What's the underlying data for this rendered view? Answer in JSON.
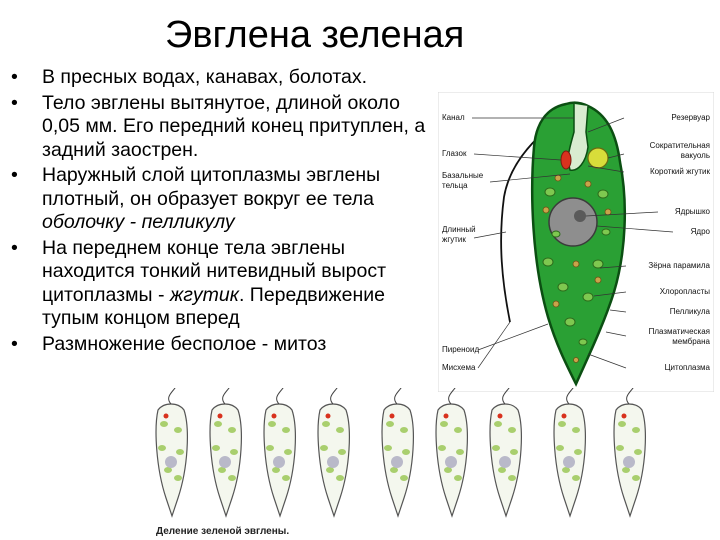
{
  "title": "Эвглена зеленая",
  "bullets": [
    {
      "parts": [
        {
          "text": "В пресных водах, канавах, болотах.",
          "italic": false
        }
      ]
    },
    {
      "parts": [
        {
          "text": "Тело эвглены вытянутое, длиной около 0,05 мм. Его передний конец притуплен, а задний заострен.",
          "italic": false
        }
      ]
    },
    {
      "parts": [
        {
          "text": "Наружный слой цитоплазмы эвглены плотный, он образует вокруг ее тела ",
          "italic": false
        },
        {
          "text": "оболочку - пелликулу",
          "italic": true
        }
      ]
    },
    {
      "parts": [
        {
          "text": "На переднем конце тела эвглены находится тонкий нитевидный вырост цитоплазмы - ",
          "italic": false
        },
        {
          "text": "жгутик",
          "italic": true
        },
        {
          "text": ". Передвижение тупым концом вперед",
          "italic": false
        }
      ]
    },
    {
      "parts": [
        {
          "text": "Размножение бесполое - митоз",
          "italic": false
        }
      ]
    }
  ],
  "diagram": {
    "labels_left": [
      "Канал",
      "Глазок",
      "Базальные тельца",
      "Длинный жгутик",
      "Пиреноид",
      "Мисхема"
    ],
    "labels_right": [
      "Резервуар",
      "Сократительная вакуоль",
      "Короткий жгутик",
      "Ядрышко",
      "Ядро",
      "Зёрна парамила",
      "Хлоропласты",
      "Пелликула",
      "Плазматическая мембрана",
      "Цитоплазма"
    ]
  },
  "division_caption": "Деление зеленой эвглены.",
  "colors": {
    "cell_fill": "#2aa034",
    "cell_outline": "#0b4f12",
    "nucleus": "#8e8e8e",
    "eyespot": "#d8321e",
    "vacuole": "#d8dd3a"
  }
}
